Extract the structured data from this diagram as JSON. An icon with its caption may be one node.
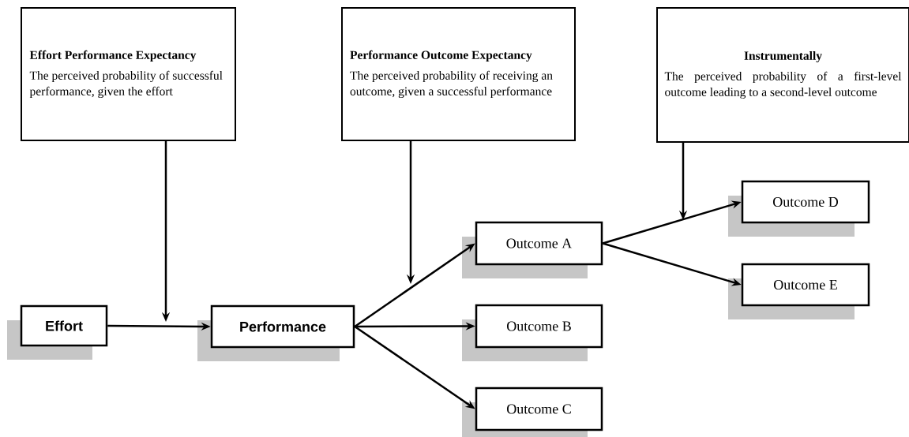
{
  "diagram": {
    "nodes": [
      {
        "text": [
          "Effort Performance Expectancy",
          "The perceived probability of successful performance, given the effort"
        ]
      },
      {
        "text": [
          "Performance Outcome Expectancy",
          "The perceived probability of receiving an outcome, given a successful performance"
        ]
      },
      {
        "text": [
          "Instrumentally",
          "The perceived probability of a first-level outcome leading to a second-level outcome"
        ]
      },
      {
        "text": [
          "Effort"
        ]
      },
      {
        "text": [
          "Performance"
        ]
      },
      {
        "text": [
          "Outcome A"
        ]
      },
      {
        "text": [
          "Outcome B"
        ]
      },
      {
        "text": [
          "Outcome C"
        ]
      },
      {
        "text": [
          "Outcome D"
        ]
      },
      {
        "text": [
          "Outcome E"
        ]
      }
    ],
    "edges": [
      {
        "from": 3,
        "to": 4,
        "arrow": "to"
      },
      {
        "from": 4,
        "to": 5,
        "arrow": "to"
      },
      {
        "from": 4,
        "to": 6,
        "arrow": "to"
      },
      {
        "from": 4,
        "to": 7,
        "arrow": "to"
      },
      {
        "from": 5,
        "to": 8,
        "arrow": "to"
      },
      {
        "from": 5,
        "to": 9,
        "arrow": "to"
      },
      {
        "from": 0,
        "to": null,
        "arrow": "to"
      },
      {
        "from": 1,
        "to": null,
        "arrow": "to"
      },
      {
        "from": 2,
        "to": null,
        "arrow": "to"
      }
    ]
  }
}
